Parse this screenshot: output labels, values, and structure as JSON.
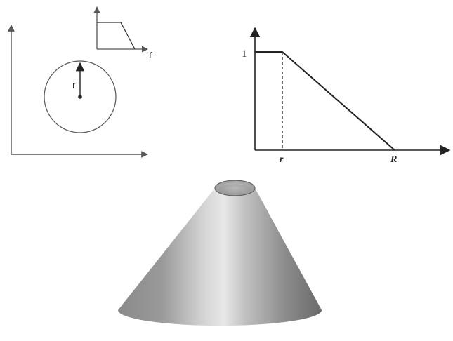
{
  "inset_plot": {
    "axis_label": "r"
  },
  "circle_diagram": {
    "radius_label": "r"
  },
  "profile_plot": {
    "y_tick_label": "1",
    "inner_radius_label": "r",
    "outer_radius_label": "R"
  },
  "colors": {
    "axis": "#555555",
    "line": "#222222",
    "cone_dark": "#6e6e6e",
    "cone_light": "#e6e6e6"
  }
}
